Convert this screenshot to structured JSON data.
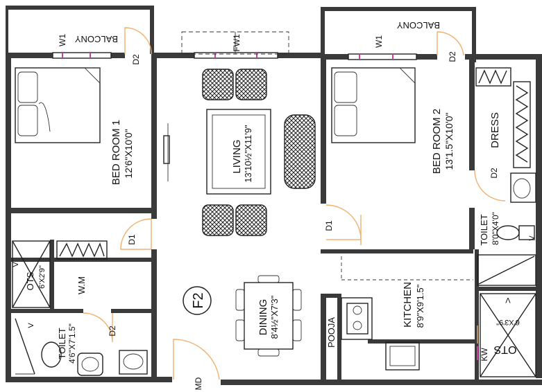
{
  "plan": {
    "unit_tag": "F2",
    "rooms": {
      "bedroom1": {
        "name": "BED ROOM 1",
        "size": "12'6\"X10'0\""
      },
      "bedroom2": {
        "name": "BED ROOM 2",
        "size": "13'1.5\"X10'0\""
      },
      "living": {
        "name": "LIVING",
        "size": "13'10½\"X11'9\""
      },
      "dining": {
        "name": "DINING",
        "size": "8'4½\"X7'3\""
      },
      "kitchen": {
        "name": "KITCHEN",
        "size": "8'9\"X9'1.5\""
      },
      "toilet1": {
        "name": "TOILET",
        "size": "4'6\"X7'1.5\""
      },
      "toilet2": {
        "name": "TOILET",
        "size": "8'0\"X4'0\""
      },
      "dress": {
        "name": "DRESS"
      },
      "pooja": {
        "name": "POOJA"
      },
      "wm": {
        "name": "W.M"
      },
      "ots1": {
        "name": "OTS",
        "size": "6'X2'9\""
      },
      "ots2": {
        "name": "OTS",
        "size": "6'X3'9\""
      },
      "balcony1": {
        "name": "BALCONY"
      },
      "balcony2": {
        "name": "BALCONY"
      }
    },
    "openings": {
      "w1_left": "W1",
      "w1_right": "W1",
      "fw1": "FW1",
      "d2_balcony1": "D2",
      "d2_balcony2": "D2",
      "d1_bed1": "D1",
      "d1_bed2": "D1",
      "d2_dress": "D2",
      "d2_toilet1": "D2",
      "md": "MD",
      "kw": "KW",
      "v_ots1": "V",
      "v_ots2": "V",
      "v_toilet1": "V",
      "v_toilet2": "V"
    }
  }
}
